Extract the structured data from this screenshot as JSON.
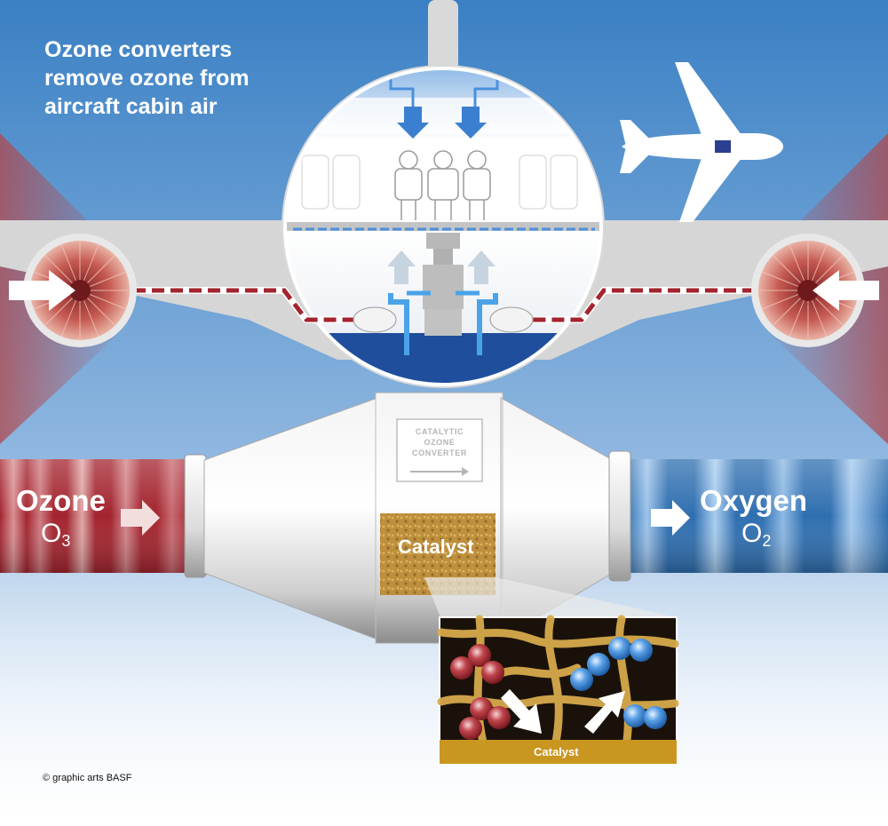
{
  "title": {
    "line1": "Ozone converters",
    "line2": "remove ozone from",
    "line3": "aircraft cabin air"
  },
  "inlet": {
    "word": "Ozone",
    "formula": "O",
    "subscript": "3"
  },
  "outlet": {
    "word": "Oxygen",
    "formula": "O",
    "subscript": "2"
  },
  "converter": {
    "plate_line1": "CATALYTIC",
    "plate_line2": "OZONE",
    "plate_line3": "CONVERTER",
    "window_label": "Catalyst"
  },
  "inset": {
    "strip_label": "Catalyst"
  },
  "credit": "© graphic arts BASF",
  "colors": {
    "sky": "#3f86c8",
    "ozone_red": "#a3242e",
    "oxygen_blue": "#2f6fb0",
    "catalyst_gold": "#c99a2e",
    "fuselage_gray": "#d9d9d9"
  }
}
